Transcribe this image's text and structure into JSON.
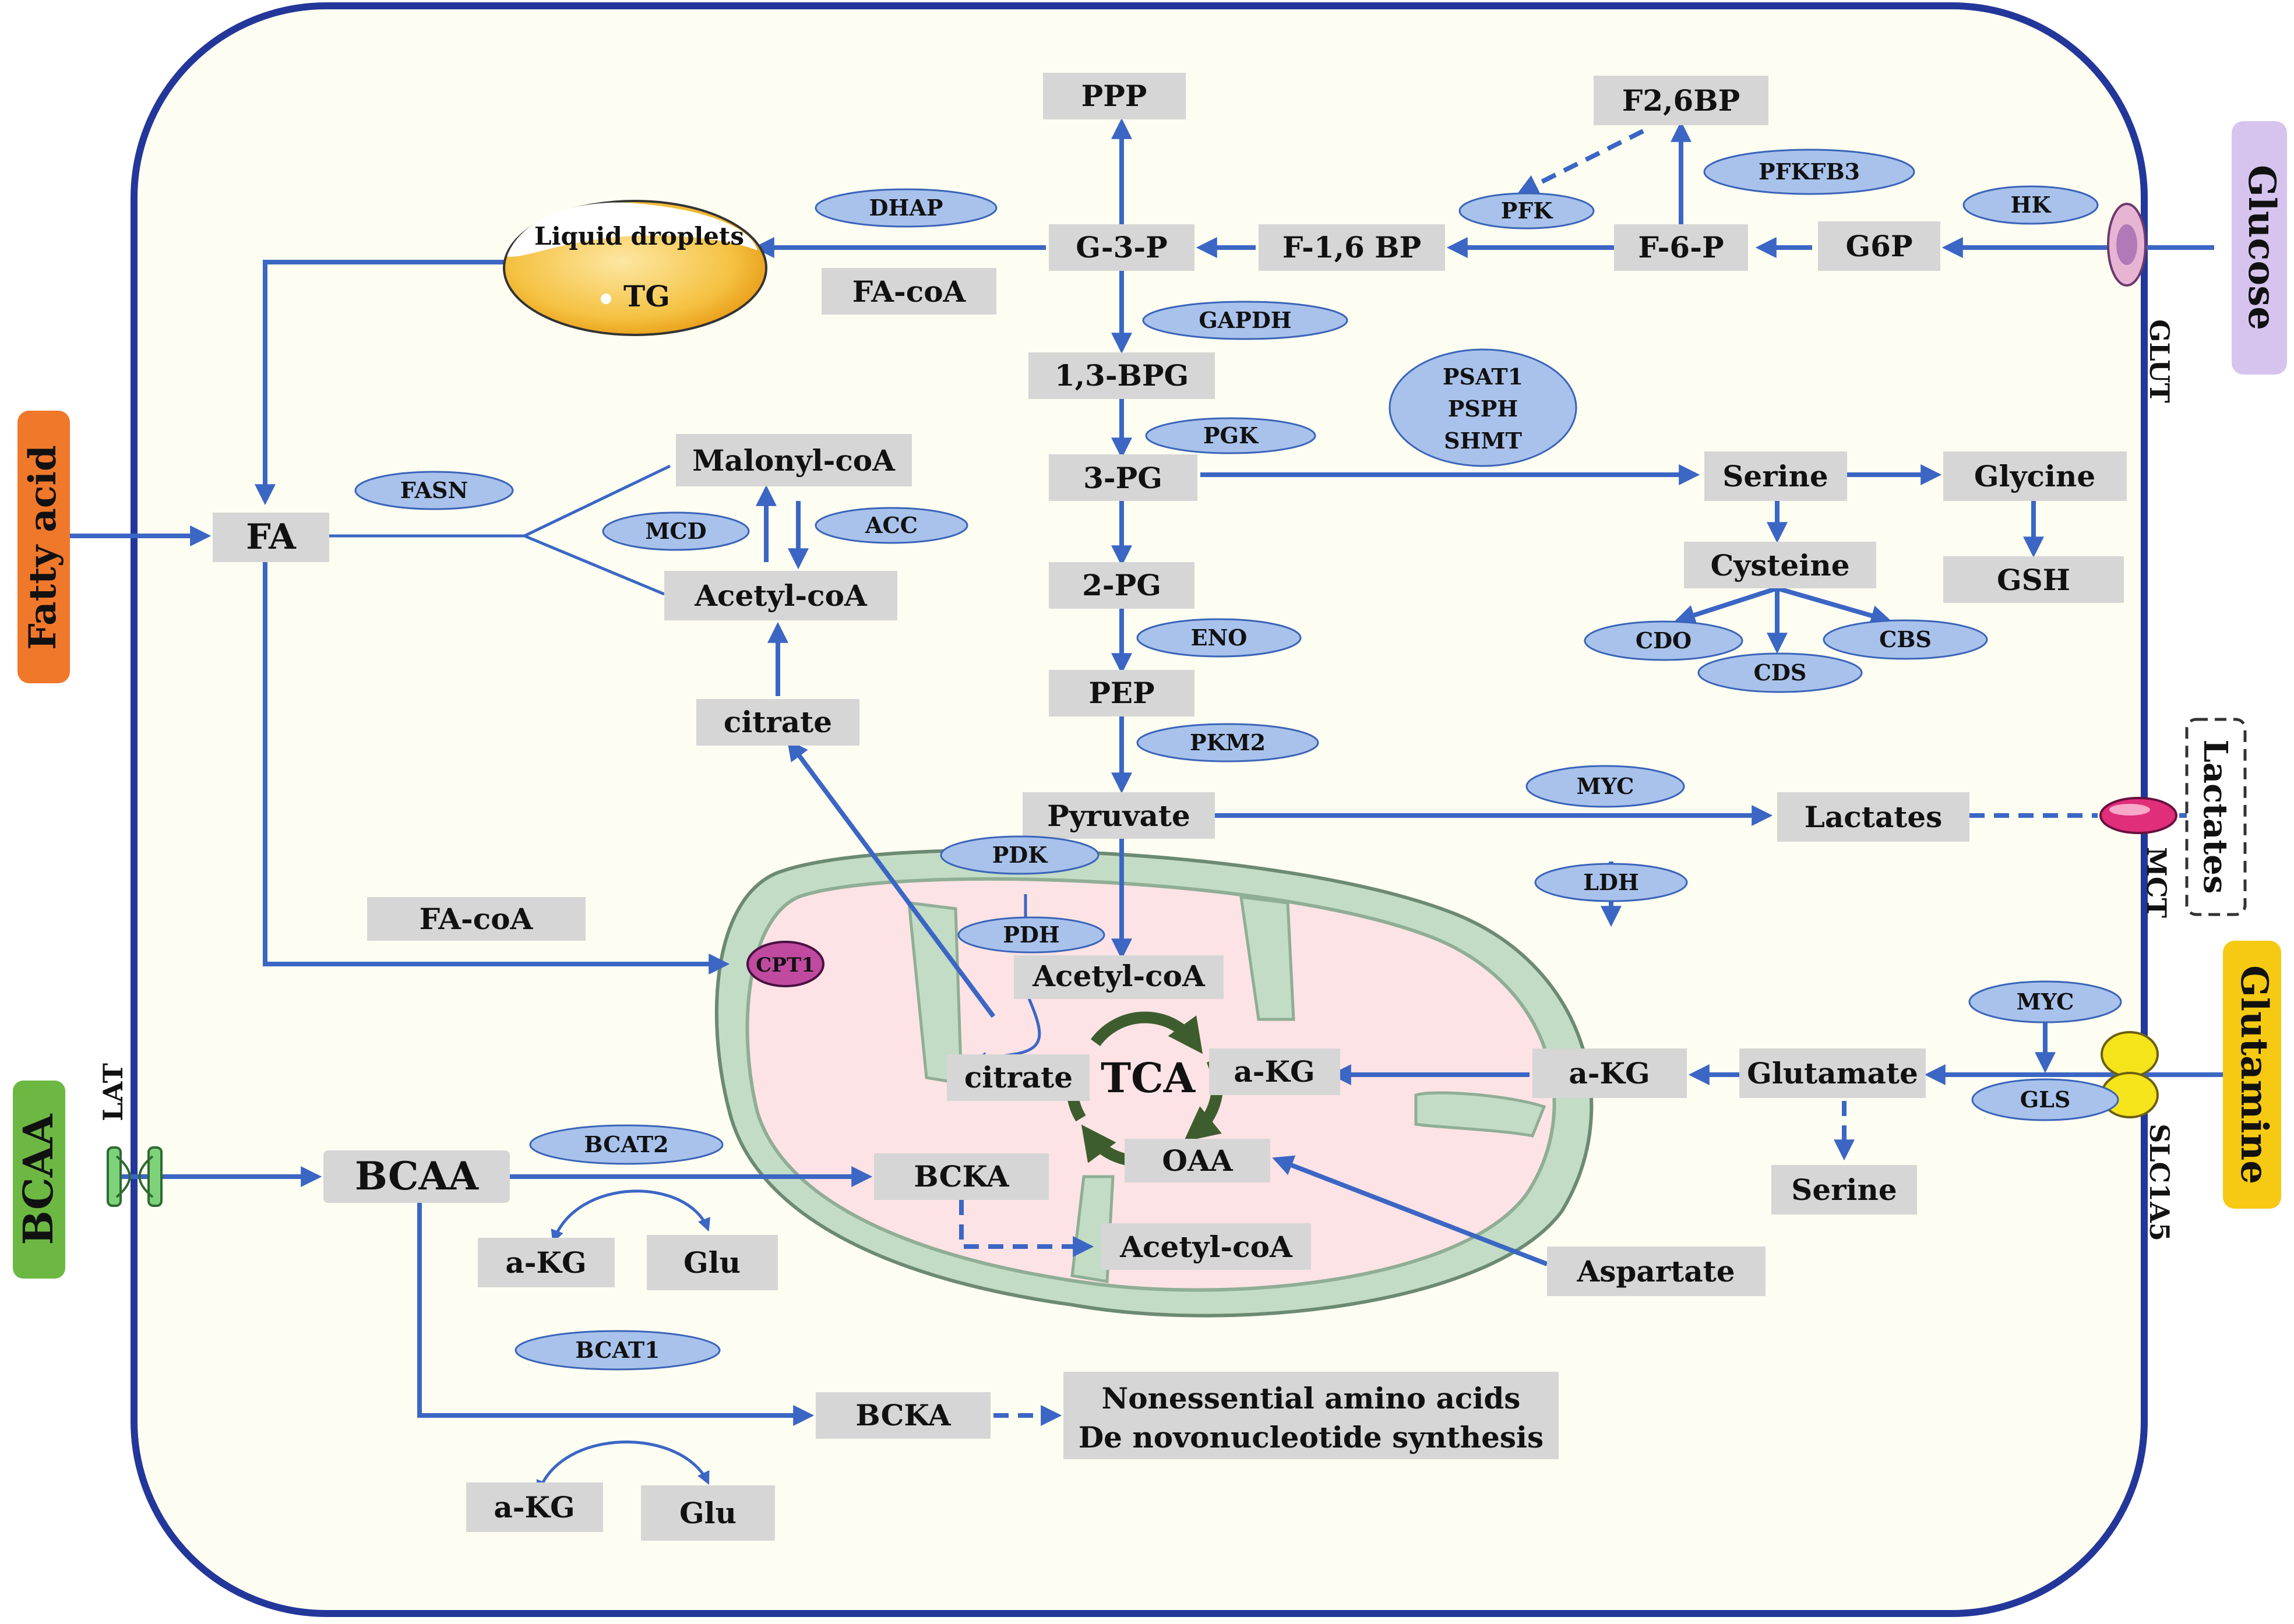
{
  "inputs": {
    "glucose": "Glucose",
    "fatty_acid": "Fatty acid",
    "bcaa": "BCAA",
    "glutamine": "Glutamine",
    "lactates_out": "Lactates"
  },
  "transporters": {
    "glut": "GLUT",
    "lat": "LAT",
    "mct": "MCT",
    "slc1a5": "SLC1A5",
    "cpt1": "CPT1"
  },
  "glycolysis": {
    "ppp": "PPP",
    "f26bp": "F2,6BP",
    "g3p": "G-3-P",
    "f16bp": "F-1,6 BP",
    "f6p": "F-6-P",
    "g6p": "G6P",
    "bpg13": "1,3-BPG",
    "pg3": "3-PG",
    "pg2": "2-PG",
    "pep": "PEP",
    "pyruvate": "Pyruvate",
    "lactates": "Lactates"
  },
  "serine_branch": {
    "serine": "Serine",
    "glycine": "Glycine",
    "cysteine": "Cysteine",
    "gsh": "GSH"
  },
  "lipid": {
    "droplet_title": "Liquid droplets",
    "tg": "TG",
    "fa_coa_top": "FA-coA",
    "fa": "FA",
    "malonyl": "Malonyl-coA",
    "acetyl": "Acetyl-coA",
    "citrate": "citrate",
    "fa_coa_bottom": "FA-coA"
  },
  "mito": {
    "acetyl": "Acetyl-coA",
    "citrate": "citrate",
    "tca": "TCA",
    "akg": "a-KG",
    "oaa": "OAA",
    "bcka": "BCKA",
    "acetyl2": "Acetyl-coA"
  },
  "glutamine_branch": {
    "akg": "a-KG",
    "glutamate": "Glutamate",
    "serine": "Serine",
    "aspartate": "Aspartate"
  },
  "bcaa_branch": {
    "bcaa": "BCAA",
    "akg1": "a-KG",
    "glu1": "Glu",
    "bcka": "BCKA",
    "akg2": "a-KG",
    "glu2": "Glu",
    "products_line1": "Nonessential amino acids",
    "products_line2": "De novonucleotide synthesis"
  },
  "enzymes": {
    "dhap": "DHAP",
    "pfk": "PFK",
    "pfkfb3": "PFKFB3",
    "hk": "HK",
    "gapdh": "GAPDH",
    "pgk": "PGK",
    "psat_line1": "PSAT1",
    "psat_line2": "PSPH",
    "psat_line3": "SHMT",
    "eno": "ENO",
    "pkm2": "PKM2",
    "fasn": "FASN",
    "mcd": "MCD",
    "acc": "ACC",
    "cdo": "CDO",
    "cds": "CDS",
    "cbs": "CBS",
    "myc1": "MYC",
    "ldh": "LDH",
    "pdk": "PDK",
    "pdh": "PDH",
    "myc2": "MYC",
    "gls": "GLS",
    "bcat2": "BCAT2",
    "bcat1": "BCAT1"
  },
  "colors": {
    "cell_fill": "#fdfdf2",
    "cell_border": "#23379a",
    "arrow": "#3b66c4",
    "node_fill": "#d6d6d6",
    "enzyme_fill": "#a8c2ec",
    "glucose": "#d6c4ef",
    "fatty_acid": "#f0782b",
    "bcaa": "#6db843",
    "glutamine": "#f6c913",
    "mito_outer": "#c3dcc6",
    "mito_inner": "#fde3e5",
    "tca_arrows": "#3d5d2e"
  }
}
